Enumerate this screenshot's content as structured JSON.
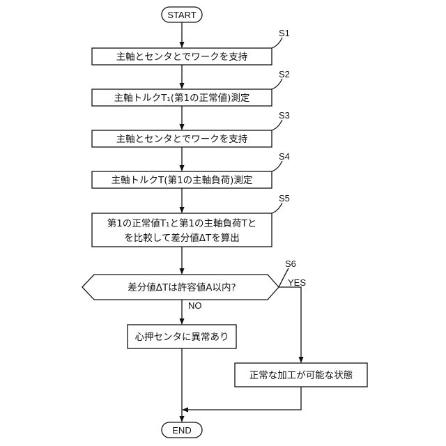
{
  "terminals": {
    "start": "START",
    "end": "END"
  },
  "steps": {
    "s1": {
      "id": "S1",
      "label": "主軸とセンタとでワークを支持"
    },
    "s2": {
      "id": "S2",
      "label": "主軸トルクT₁(第1の正常値)測定"
    },
    "s3": {
      "id": "S3",
      "label": "主軸とセンタとでワークを支持"
    },
    "s4": {
      "id": "S4",
      "label": "主軸トルクT(第1の主軸負荷)測定"
    },
    "s5": {
      "id": "S5",
      "line1": "第1の正常値T₁と第1の主軸負荷Tと",
      "line2": "を比較して差分値ΔTを算出"
    },
    "s6": {
      "id": "S6",
      "label": "差分値ΔTは許容値A以内?"
    }
  },
  "branches": {
    "yes": "YES",
    "no": "NO"
  },
  "outcomes": {
    "abnormal": "心押センタに異常あり",
    "normal": "正常な加工が可能な状態"
  }
}
